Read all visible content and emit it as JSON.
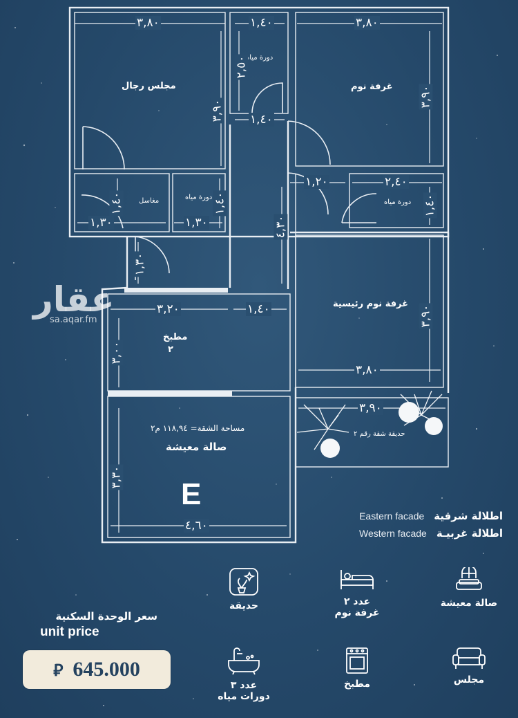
{
  "watermark": {
    "brand": "عقار",
    "url": "sa.aqar.fm"
  },
  "plan": {
    "unit_letter": "E",
    "rooms": {
      "majlis_men": "مجلس رجال",
      "bathroom_1": "دورة مياه",
      "bedroom": "غرفة نوم",
      "sinks": "مغاسل",
      "bathroom_2": "دورة مياه",
      "bathroom_3": "دورة مياه",
      "master_bedroom": "غرفة نوم رئيسية",
      "kitchen": "مطبخ",
      "kitchen_no": "٢",
      "area_note": "مساحة الشقة= ١١٨,٩٤ م٢",
      "living_hall": "صالة معيشة",
      "garden": "حديقة شقة رقم ٢"
    },
    "dims": {
      "majlis_w": "٣,٨٠",
      "bath1_w": "١,٤٠",
      "bedroom_w": "٣,٨٠",
      "bath1_h": "٢,٥٠",
      "majlis_h": "٣,٩٠",
      "bath1_w2": "١,٤٠",
      "bedroom_h": "٣,٩٠",
      "corridor_w": "١,٢٠",
      "bath3_w": "٢,٤٠",
      "sinks_h": "١,٤٠",
      "bath2_h": "١,٤٠",
      "bath3_h": "١,٤٠",
      "sinks_w": "١,٣٠",
      "bath2_w": "١,٣٠",
      "corridor_h": "٤,٣٠",
      "entry_h": "١,٣٠",
      "kitchen_w": "٣,٢٠",
      "corridor2_w": "١,٤٠",
      "master_h": "٣,٩٠",
      "kitchen_h": "٣,٠٠",
      "master_w": "٣,٨٠",
      "garden_w": "٣,٩٠",
      "living_h": "٣,٣٠",
      "living_w": "٤,٦٠"
    }
  },
  "facades": [
    {
      "ar": "اطلالة شرقية",
      "en": "Eastern facade"
    },
    {
      "ar": "اطلالة غربيـة",
      "en": "Western facade"
    }
  ],
  "features": {
    "living": {
      "label": "صالة معيشة",
      "icon": "window-sofa-icon"
    },
    "bedrooms": {
      "label_line1": "عدد ٢",
      "label_line2": "غرفة نوم",
      "icon": "bed-icon"
    },
    "garden": {
      "label": "حديقة",
      "icon": "potted-plants-icon"
    },
    "majlis": {
      "label": "مجلس",
      "icon": "couch-icon"
    },
    "kitchen": {
      "label": "مطبخ",
      "icon": "stove-icon"
    },
    "bathrooms": {
      "label_line1": "عدد ٣",
      "label_line2": "دورات مياه",
      "icon": "bathtub-icon"
    }
  },
  "price": {
    "title_ar": "سعر الوحدة السكنية",
    "title_en": "unit price",
    "amount": "645.000",
    "currency_symbol": "⃁"
  },
  "colors": {
    "background": "#264a6b",
    "lines": "#e9eef3",
    "price_box": "#f2ebdc",
    "price_text": "#24425f"
  }
}
